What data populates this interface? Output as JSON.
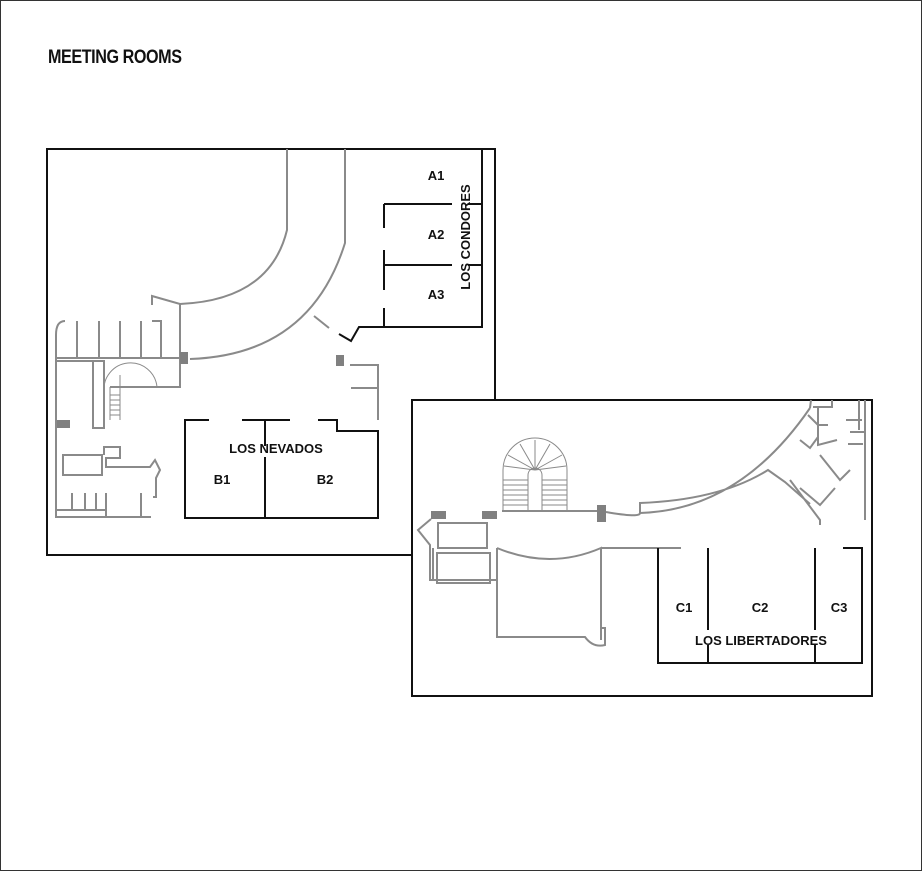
{
  "title": "MEETING ROOMS",
  "colors": {
    "walls": "#8a8a8a",
    "rooms": "#111111",
    "columns": "#808080"
  },
  "areas": {
    "los_condores": {
      "name": "LOS CONDORES",
      "rooms": [
        "A1",
        "A2",
        "A3"
      ]
    },
    "los_nevados": {
      "name": "LOS NEVADOS",
      "rooms": [
        "B1",
        "B2"
      ]
    },
    "los_libertadores": {
      "name": "LOS LIBERTADORES",
      "rooms": [
        "C1",
        "C2",
        "C3"
      ]
    }
  }
}
